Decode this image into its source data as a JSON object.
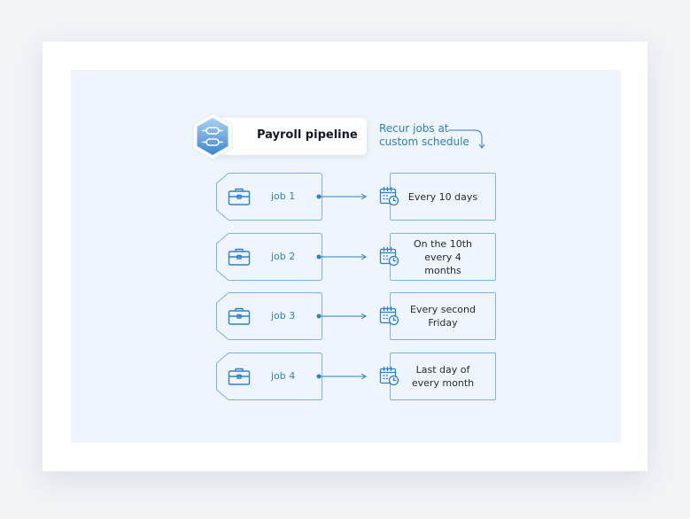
{
  "header": {
    "title": "Payroll pipeline"
  },
  "annotation": {
    "lines": [
      "Recur jobs at",
      "custom schedule"
    ]
  },
  "jobs": [
    {
      "label": "job 1",
      "schedule": "Every 10 days"
    },
    {
      "label": "job 2",
      "schedule": "On the 10th every 4 months"
    },
    {
      "label": "job 3",
      "schedule": "Every second Friday"
    },
    {
      "label": "job 4",
      "schedule": "Last day of every month"
    }
  ],
  "icons": {
    "badge": "pipeline-icon",
    "job": "briefcase-icon",
    "schedule": "calendar-clock-icon"
  },
  "colors": {
    "accent": "#2f7fcf",
    "border": "#7fb3e6",
    "badge_light": "#9cc8f1",
    "badge_dark": "#3c86d6"
  }
}
